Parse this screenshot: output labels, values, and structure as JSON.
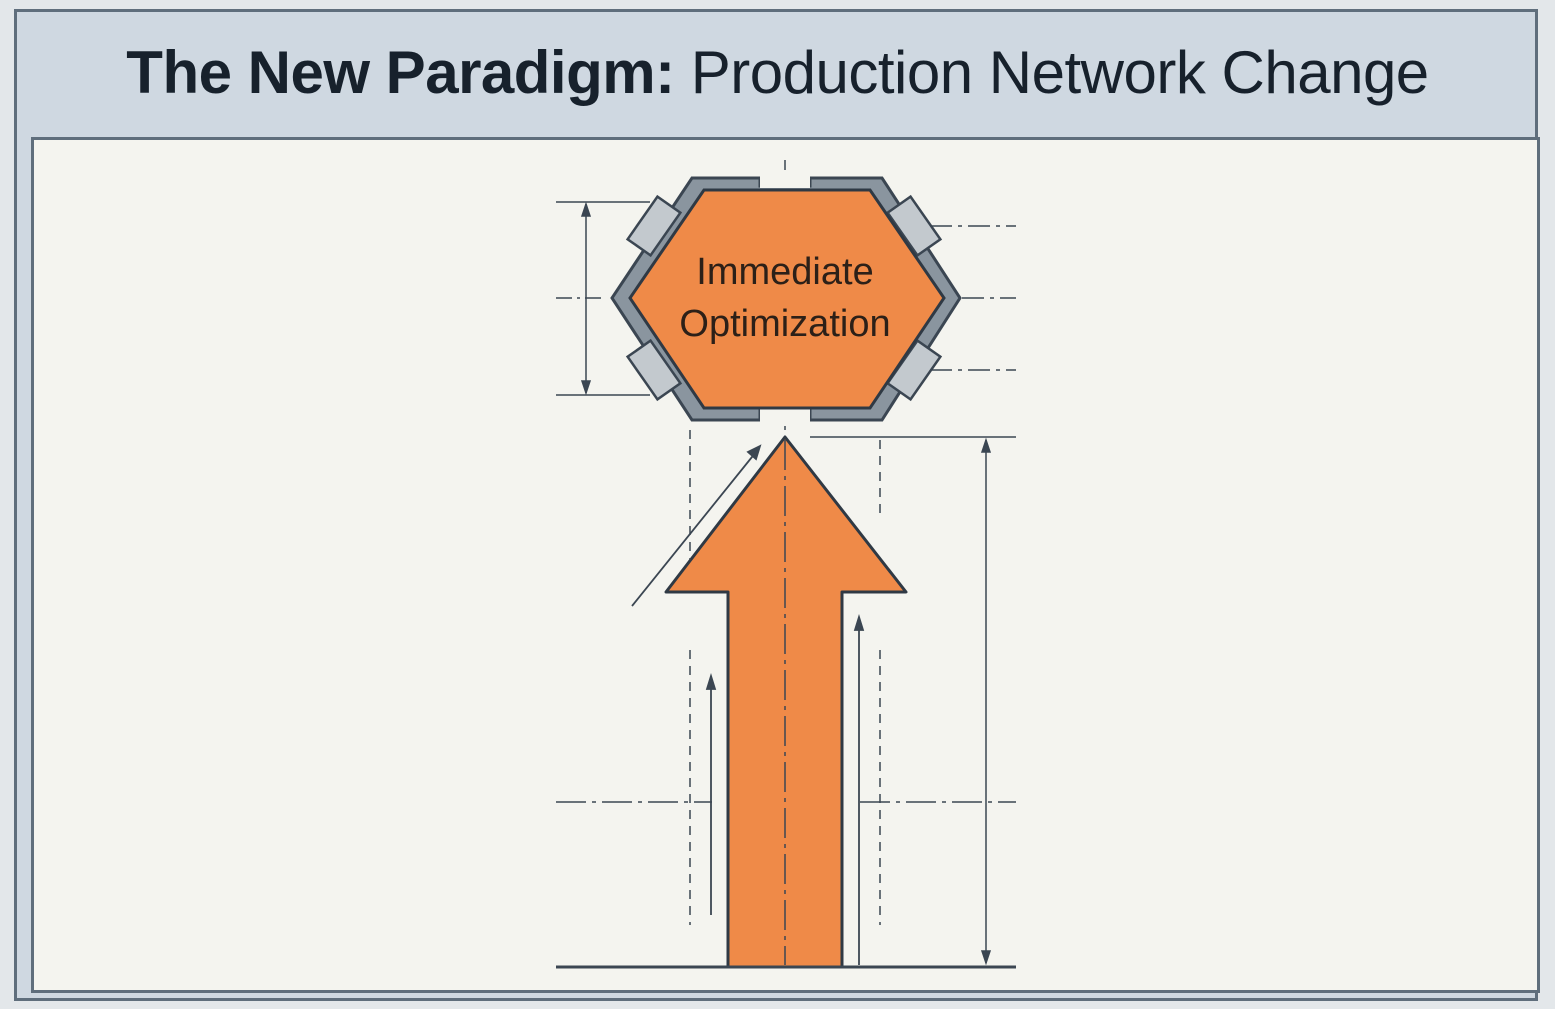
{
  "title": {
    "bold_part": "The New Paradigm:",
    "light_part": "Production Network Change"
  },
  "diagram": {
    "node_label_line1": "Immediate",
    "node_label_line2": "Optimization",
    "colors": {
      "accent": "#ef8a48",
      "stroke": "#3b4652",
      "bracket": "#5a6673",
      "panel": "#f4f4ef",
      "header": "#cfd8e1"
    }
  }
}
